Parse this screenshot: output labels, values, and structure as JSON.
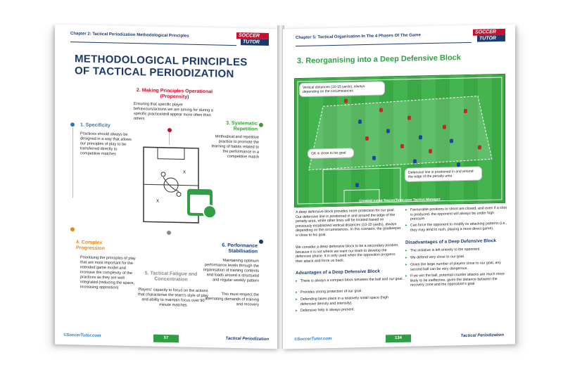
{
  "left_page": {
    "chapter_header": "Chapter 2: Tactical Periodization Methodological Principles",
    "logo_top": "SOCCER",
    "logo_bottom": "TUTOR",
    "title": "METHODOLOGICAL PRINCIPLES OF TACTICAL PERIODIZATION",
    "principles": [
      {
        "title": "1. Specificity",
        "body": "Practices should always be designed in a way that allows our principles of play to be transferred directly to competitive matches"
      },
      {
        "title": "2. Making Principles Operational (Propensity)",
        "body": "Ensuring that specific player behaviours/actions we are aiming for during a specific practice/drill appear more often than others"
      },
      {
        "title": "3. Systematic Repetition",
        "body": "Methodical and repetitive practice to promote the learning of habits related to the performance in a competitive match"
      },
      {
        "title": "4. Complex Progression",
        "body": "Prioritising the principles of play that are most important for the intended game model and increase the complexity of the practices as they are well integrated (reducing the space, increasing opposition)"
      },
      {
        "title": "5. Tactical Fatigue and Concentration",
        "body": "Players' capacity to focus on the actions that characterise the team's style of play and ability to maintain focus over 90 minute matches"
      },
      {
        "title": "6. Performance Stabilisation",
        "body": "Maintaining optimum performance levels through the organisation of training contents and loads around a structured and regular weekly pattern",
        "body2": "This must respect the alternating demands of training and recovery"
      }
    ],
    "footer_site": "©SoccerTutor.com",
    "page_number": "57",
    "footer_title": "Tactical Periodization"
  },
  "right_page": {
    "chapter_header": "Chapter 5: Tactical Organisation In The 4 Phases Of The Game",
    "logo_top": "SOCCER",
    "logo_bottom": "TUTOR",
    "title": "3. Reorganising into a Deep Defensive Block",
    "callouts": {
      "top": "Vertical distances (10-15 yards), always depending on the circumstances",
      "gk": "GK is close to his goal",
      "line": "Defensive line is positioned in and around the edge of the penalty area"
    },
    "diagram_credit": "Created using SoccerTutor.com Tactics Manager",
    "intro": "A deep defensive block provides more protection for our goal. Our defensive line is positioned in and around the edge of the penalty area, while other lines will be located based on previously established vertical distances (10-15 yards), always depending on the circumstances. In this scenario, the goalkeeper is close to his goal.",
    "intro2": "We consider a deep defensive block to be a secondary position, because it is not where we want our team to develop the defensive phase. It is only used when the opposition progress their attack and force us back.",
    "adv_heading": "Advantages of a Deep Defensive Block",
    "advantages": [
      "There is always a compact block between the ball and our goal.",
      "Provides strong protection of our goal.",
      "Defending takes place in a relatively small space (high defensive density and intensity).",
      "Defensive help is always present."
    ],
    "col2_points": [
      "Favourable positions to shoot are closed, and even if a shot is produced, the opponent will always be under high pressure.",
      "Can force the opponent to modify its attacking patterns (i.e., they may tend to rush, playing a more direct game)."
    ],
    "disadv_heading": "Disadvantages of a Deep Defensive Block",
    "disadvantages": [
      "The initiative is left entirely to the opponent.",
      "We defend very close to our goal.",
      "Given the large number of players close to our goal, any second ball can be very dangerous.",
      "If we win the ball, potential counter attacks are much more likely to be ineffective, given the distance between the recovery zone and the opposition's goal."
    ],
    "footer_site": "©SoccerTutor.com",
    "page_number": "134",
    "footer_title": "Tactical Periodization"
  },
  "colors": {
    "navy": "#1b3a6b",
    "red": "#c8102e",
    "green": "#2f9e44",
    "blue": "#2a79c4",
    "orange": "#e08a1e"
  }
}
